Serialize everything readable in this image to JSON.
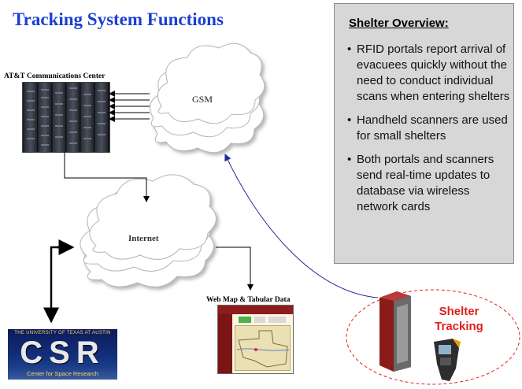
{
  "title": "Tracking System Functions",
  "att_center": {
    "label": "AT&T Communications Center"
  },
  "gsm": {
    "label": "GSM"
  },
  "internet": {
    "label": "Internet"
  },
  "shelter_overview": {
    "heading": "Shelter Overview:",
    "bullets": [
      "RFID portals report arrival of evacuees quickly without the need to conduct individual scans when entering shelters",
      "Handheld scanners are used for small shelters",
      "Both portals and scanners send real-time updates to database via wireless network cards"
    ]
  },
  "web_map": {
    "label": "Web Map & Tabular Data"
  },
  "csr_logo": {
    "university": "THE UNIVERSITY OF TEXAS AT AUSTIN",
    "letters": "CSR",
    "subtitle": "Center for Space Research"
  },
  "shelter_tracking": {
    "label_line1": "Shelter",
    "label_line2": "Tracking"
  },
  "colors": {
    "title": "#1a3fd1",
    "shelter_label": "#e02020",
    "arc": "#2a2aa0",
    "panel": "#d7d7d7"
  }
}
